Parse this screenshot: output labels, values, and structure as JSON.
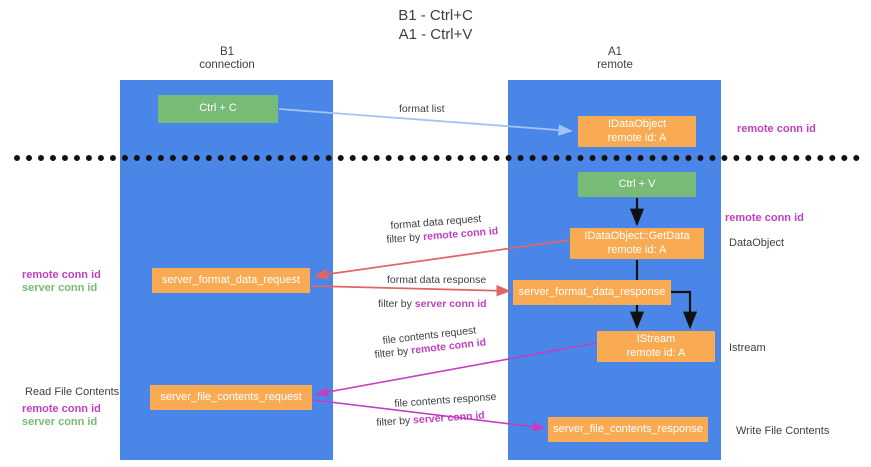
{
  "title": "B1 - Ctrl+C\nA1 - Ctrl+V",
  "title_line1": "B1 - Ctrl+C",
  "title_line2": "A1 - Ctrl+V",
  "lanes": [
    {
      "name": "B1",
      "sublabel": "connection",
      "color": "#4a86e8"
    },
    {
      "name": "A1",
      "sublabel": "remote",
      "color": "#4a86e8"
    }
  ],
  "colors": {
    "lane": "#4a86e8",
    "green_node": "#77bb77",
    "orange_node": "#f9ab54",
    "highlight_purple": "#c13fc1",
    "highlight_green": "#77bb77",
    "arrow_blue": "#a3c4f3",
    "arrow_red": "#e06666",
    "arrow_magenta": "#c13fc1",
    "arrow_black": "#111111",
    "text": "#3c4043"
  },
  "nodes": [
    {
      "id": "ctrl-c",
      "line1": "Ctrl + C",
      "line2": "",
      "style": "green"
    },
    {
      "id": "idataobject",
      "line1": "IDataObject",
      "line2": "remote id: A",
      "style": "orange"
    },
    {
      "id": "ctrl-v",
      "line1": "Ctrl + V",
      "line2": "",
      "style": "green"
    },
    {
      "id": "getdata",
      "line1": "IDataObject::GetData",
      "line2": "remote id: A",
      "style": "orange"
    },
    {
      "id": "server-format-data-request",
      "line1": "server_format_data_request",
      "line2": "",
      "style": "orange"
    },
    {
      "id": "server-format-data-response",
      "line1": "server_format_data_response",
      "line2": "",
      "style": "orange"
    },
    {
      "id": "istream",
      "line1": "IStream",
      "line2": "remote id: A",
      "style": "orange"
    },
    {
      "id": "server-file-contents-request",
      "line1": "server_file_contents_request",
      "line2": "",
      "style": "orange"
    },
    {
      "id": "server-file-contents-response",
      "line1": "server_file_contents_response",
      "line2": "",
      "style": "orange"
    }
  ],
  "edges": {
    "format_list": "format list",
    "format_data_request": "format data request",
    "format_data_request_filter_prefix": "filter by ",
    "format_data_request_filter_key": "remote conn id",
    "format_data_response": "format data response",
    "format_data_response_filter_prefix": "filter by ",
    "format_data_response_filter_key": "server conn id",
    "file_contents_request": "file contents request",
    "file_contents_request_filter_prefix": "filter by ",
    "file_contents_request_filter_key": "remote conn id",
    "file_contents_response": "file contents response",
    "file_contents_response_filter_prefix": "filter by ",
    "file_contents_response_filter_key": "server conn id"
  },
  "side_labels": {
    "right_remote_conn_id_top": "remote conn id",
    "right_remote_conn_id_mid": "remote conn id",
    "right_dataobject": "DataObject",
    "right_istream": "Istream",
    "right_write_file_contents": "Write File Contents",
    "left_remote_conn_id_1": "remote conn id",
    "left_server_conn_id_1": "server conn id",
    "left_read_file_contents": "Read File Contents",
    "left_remote_conn_id_2": "remote conn id",
    "left_server_conn_id_2": "server conn id"
  }
}
